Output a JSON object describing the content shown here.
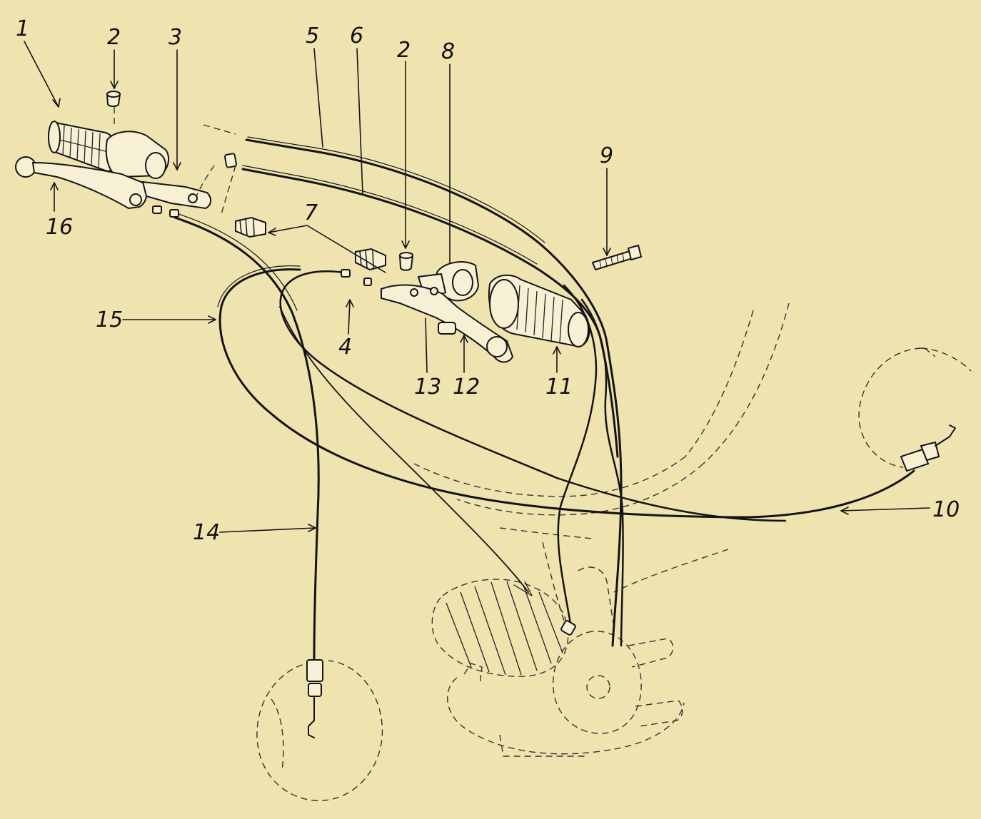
{
  "figure": {
    "callouts": [
      {
        "id": "c1",
        "text": "1"
      },
      {
        "id": "c2a",
        "text": "2"
      },
      {
        "id": "c3",
        "text": "3"
      },
      {
        "id": "c5",
        "text": "5"
      },
      {
        "id": "c6",
        "text": "6"
      },
      {
        "id": "c2b",
        "text": "2"
      },
      {
        "id": "c8",
        "text": "8"
      },
      {
        "id": "c9",
        "text": "9"
      },
      {
        "id": "c7",
        "text": "7"
      },
      {
        "id": "c16",
        "text": "16"
      },
      {
        "id": "c15",
        "text": "15"
      },
      {
        "id": "c4",
        "text": "4"
      },
      {
        "id": "c13",
        "text": "13"
      },
      {
        "id": "c12",
        "text": "12"
      },
      {
        "id": "c11",
        "text": "11"
      },
      {
        "id": "c10",
        "text": "10"
      },
      {
        "id": "c14",
        "text": "14"
      }
    ],
    "colors": {
      "paper": "#efe3b0",
      "ink": "#141414"
    }
  }
}
